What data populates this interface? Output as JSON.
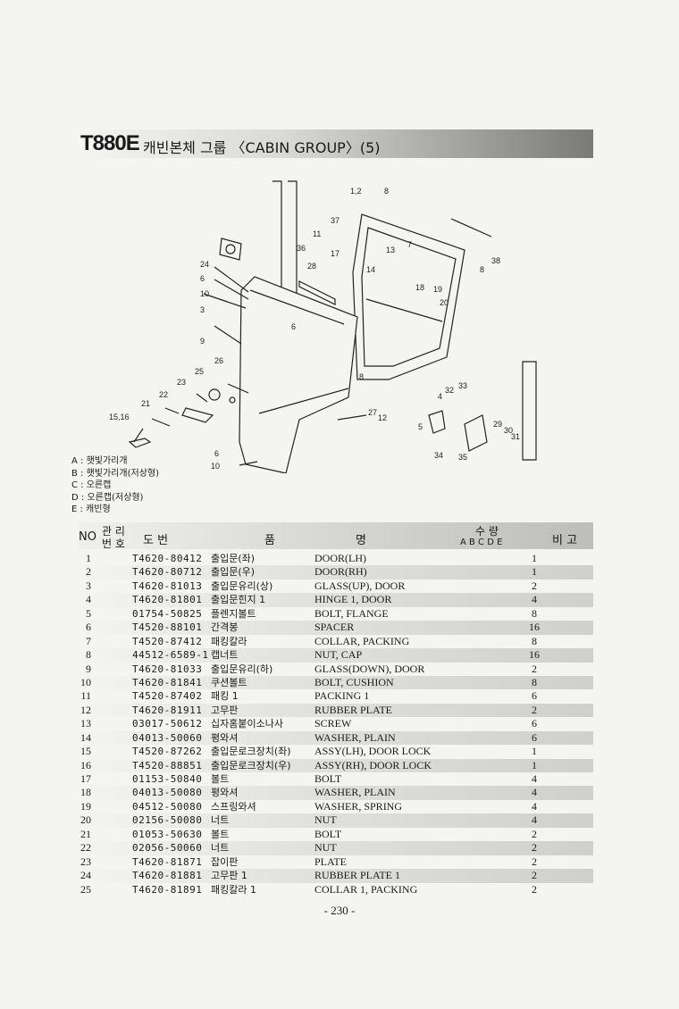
{
  "header": {
    "model": "T880E",
    "title": "캐빈본체 그룹 〈CABIN GROUP〉(5)"
  },
  "diagram": {
    "callouts": [
      "1,2",
      "8",
      "37",
      "11",
      "36",
      "17",
      "7",
      "13",
      "38",
      "8",
      "24",
      "28",
      "14",
      "18",
      "19",
      "6",
      "20",
      "10",
      "3",
      "6",
      "9",
      "26",
      "25",
      "23",
      "22",
      "21",
      "15,16",
      "8",
      "33",
      "32",
      "4",
      "27",
      "12",
      "5",
      "29",
      "30",
      "31",
      "34",
      "35",
      "6",
      "10"
    ]
  },
  "legend": [
    "A : 햇빛가리개",
    "B : 햇빛가리개(저상형)",
    "C : 오른캡",
    "D : 오른캡(저상형)",
    "E : 캐빈형"
  ],
  "table_header": {
    "no": "NO",
    "mgmt_top": "관 리",
    "mgmt_bottom": "번 호",
    "drawing": "도     번",
    "item": "품",
    "name": "명",
    "qty": "수     량",
    "qty_cols": "A  B  C  D  E",
    "remark": "비  고"
  },
  "rows": [
    {
      "no": "1",
      "part": "T4620-80412",
      "kr": "출입문(좌)",
      "en": "DOOR(LH)",
      "qty": "1"
    },
    {
      "no": "2",
      "part": "T4620-80712",
      "kr": "출입문(우)",
      "en": "DOOR(RH)",
      "qty": "1"
    },
    {
      "no": "3",
      "part": "T4620-81013",
      "kr": "출입문유리(상)",
      "en": "GLASS(UP), DOOR",
      "qty": "2"
    },
    {
      "no": "4",
      "part": "T4620-81801",
      "kr": "출입문힌지 1",
      "en": "HINGE 1, DOOR",
      "qty": "4"
    },
    {
      "no": "5",
      "part": "01754-50825",
      "kr": "플렌지볼트",
      "en": "BOLT, FLANGE",
      "qty": "8"
    },
    {
      "no": "6",
      "part": "T4520-88101",
      "kr": "간격봉",
      "en": "SPACER",
      "qty": "16"
    },
    {
      "no": "7",
      "part": "T4520-87412",
      "kr": "패킹칼라",
      "en": "COLLAR, PACKING",
      "qty": "8"
    },
    {
      "no": "8",
      "part": "44512-6589-1",
      "kr": "캡너트",
      "en": "NUT, CAP",
      "qty": "16"
    },
    {
      "no": "9",
      "part": "T4620-81033",
      "kr": "출입문유리(하)",
      "en": "GLASS(DOWN), DOOR",
      "qty": "2"
    },
    {
      "no": "10",
      "part": "T4620-81841",
      "kr": "쿠션볼트",
      "en": "BOLT, CUSHION",
      "qty": "8"
    },
    {
      "no": "11",
      "part": "T4520-87402",
      "kr": "패킹 1",
      "en": "PACKING 1",
      "qty": "6"
    },
    {
      "no": "12",
      "part": "T4620-81911",
      "kr": "고무판",
      "en": "RUBBER PLATE",
      "qty": "2"
    },
    {
      "no": "13",
      "part": "03017-50612",
      "kr": "십자홈붙이소나사",
      "en": "SCREW",
      "qty": "6"
    },
    {
      "no": "14",
      "part": "04013-50060",
      "kr": "평와셔",
      "en": "WASHER, PLAIN",
      "qty": "6"
    },
    {
      "no": "15",
      "part": "T4520-87262",
      "kr": "출입문로크장치(좌)",
      "en": "ASSY(LH), DOOR LOCK",
      "qty": "1"
    },
    {
      "no": "16",
      "part": "T4520-88851",
      "kr": "출입문로크장치(우)",
      "en": "ASSY(RH), DOOR LOCK",
      "qty": "1"
    },
    {
      "no": "17",
      "part": "01153-50840",
      "kr": "볼트",
      "en": "BOLT",
      "qty": "4"
    },
    {
      "no": "18",
      "part": "04013-50080",
      "kr": "평와셔",
      "en": "WASHER, PLAIN",
      "qty": "4"
    },
    {
      "no": "19",
      "part": "04512-50080",
      "kr": "스프링와셔",
      "en": "WASHER, SPRING",
      "qty": "4"
    },
    {
      "no": "20",
      "part": "02156-50080",
      "kr": "너트",
      "en": "NUT",
      "qty": "4"
    },
    {
      "no": "21",
      "part": "01053-50630",
      "kr": "볼트",
      "en": "BOLT",
      "qty": "2"
    },
    {
      "no": "22",
      "part": "02056-50060",
      "kr": "너트",
      "en": "NUT",
      "qty": "2"
    },
    {
      "no": "23",
      "part": "T4620-81871",
      "kr": "잡이판",
      "en": "PLATE",
      "qty": "2"
    },
    {
      "no": "24",
      "part": "T4620-81881",
      "kr": "고무판 1",
      "en": "RUBBER PLATE 1",
      "qty": "2"
    },
    {
      "no": "25",
      "part": "T4620-81891",
      "kr": "패킹칼라 1",
      "en": "COLLAR 1, PACKING",
      "qty": "2"
    }
  ],
  "footer": {
    "page": "- 230 -"
  }
}
